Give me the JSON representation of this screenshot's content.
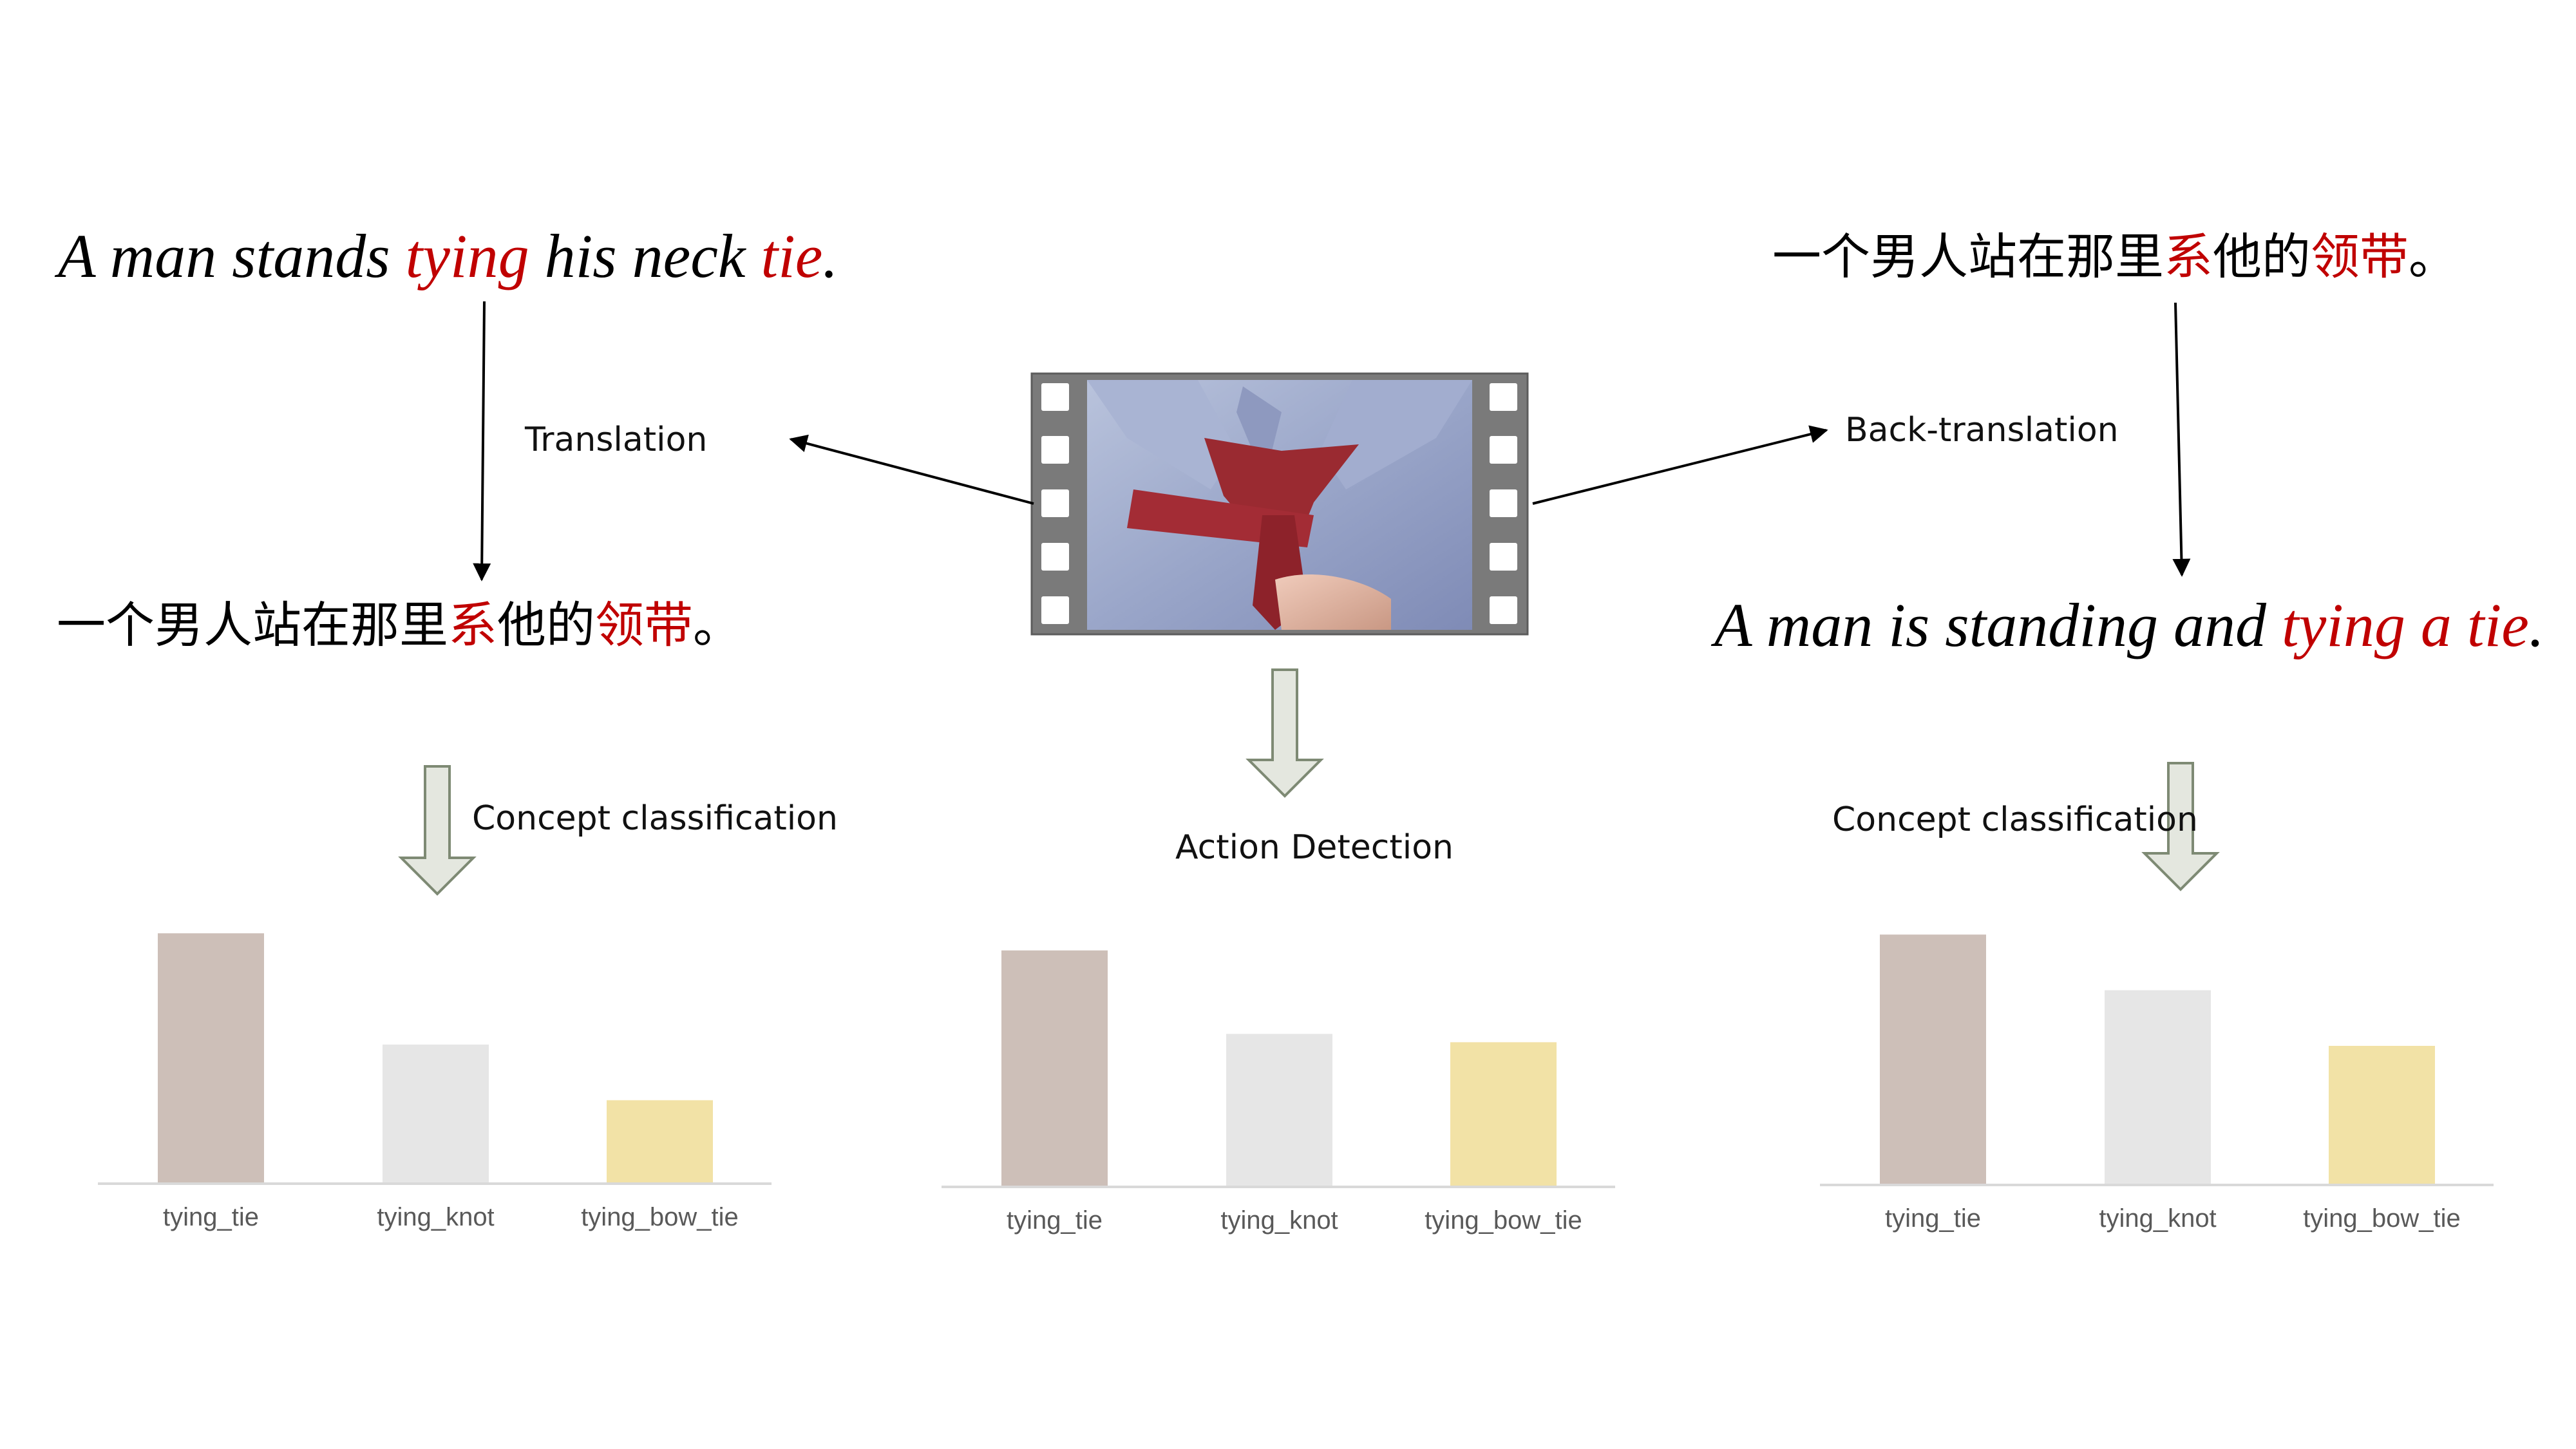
{
  "left": {
    "english_sentence": [
      {
        "text": "A man stands ",
        "highlight": false
      },
      {
        "text": "tying",
        "highlight": true
      },
      {
        "text": " his neck ",
        "highlight": false
      },
      {
        "text": "tie",
        "highlight": true
      },
      {
        "text": ".",
        "highlight": false
      }
    ],
    "translation_label": "Translation",
    "chinese_sentence": [
      {
        "text": "一个男人站在那里",
        "highlight": false
      },
      {
        "text": "系",
        "highlight": true
      },
      {
        "text": "他的",
        "highlight": false
      },
      {
        "text": "领带",
        "highlight": true
      },
      {
        "text": "。",
        "highlight": false
      }
    ],
    "classification_label": "Concept classification"
  },
  "center": {
    "video_frame_icon": "film-strip-video-frame",
    "detection_label": "Action Detection"
  },
  "right": {
    "chinese_sentence": [
      {
        "text": "一个男人站在那里",
        "highlight": false
      },
      {
        "text": "系",
        "highlight": true
      },
      {
        "text": "他的",
        "highlight": false
      },
      {
        "text": "领带",
        "highlight": true
      },
      {
        "text": "。",
        "highlight": false
      }
    ],
    "back_translation_label": "Back-translation",
    "english_sentence": [
      {
        "text": "A man is standing and ",
        "highlight": false
      },
      {
        "text": "tying a tie",
        "highlight": true
      },
      {
        "text": ".",
        "highlight": false
      }
    ],
    "classification_label": "Concept classification"
  },
  "colors": {
    "highlight": "#c00000",
    "text": "#000000",
    "bar_tying_tie": "#cdbfb8",
    "bar_tying_knot": "#e6e6e6",
    "bar_tying_bow_tie": "#f2e2a6",
    "axis": "#d9d9d9",
    "block_arrow": "#e4e7df"
  },
  "chart_data": [
    {
      "type": "bar",
      "panel": "left",
      "categories": [
        "tying_tie",
        "tying_knot",
        "tying_bow_tie"
      ],
      "values": [
        0.9,
        0.5,
        0.3
      ],
      "ylim": [
        0,
        1
      ]
    },
    {
      "type": "bar",
      "panel": "center",
      "categories": [
        "tying_tie",
        "tying_knot",
        "tying_bow_tie"
      ],
      "values": [
        0.85,
        0.55,
        0.52
      ],
      "ylim": [
        0,
        1
      ]
    },
    {
      "type": "bar",
      "panel": "right",
      "categories": [
        "tying_tie",
        "tying_knot",
        "tying_bow_tie"
      ],
      "values": [
        0.9,
        0.7,
        0.5
      ],
      "ylim": [
        0,
        1
      ]
    }
  ]
}
